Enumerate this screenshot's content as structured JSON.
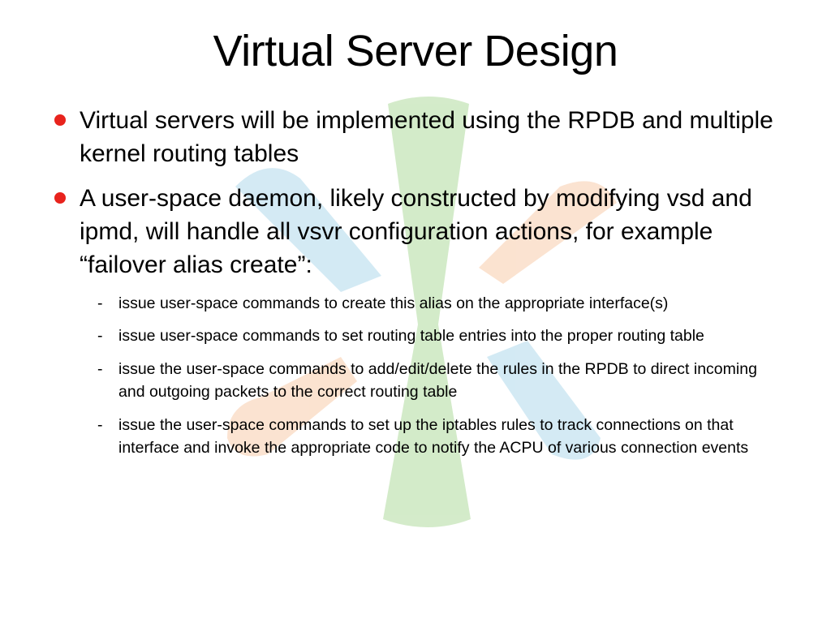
{
  "title": "Virtual Server Design",
  "bullets": [
    {
      "text": "Virtual servers will be implemented using the RPDB and multiple kernel routing tables"
    },
    {
      "text": "A user-space daemon, likely constructed by modifying vsd and ipmd, will handle all vsvr configuration actions, for example “failover alias create”:"
    }
  ],
  "sub_bullets": [
    {
      "text": "issue user-space commands to create this alias on the appropriate interface(s)"
    },
    {
      "text": "issue user-space commands to set routing table entries into the proper routing table"
    },
    {
      "text": "issue the user-space commands to add/edit/delete the rules in the RPDB to direct incoming and outgoing packets to the correct routing table"
    },
    {
      "text": "issue the user-space commands to set up the iptables rules to track connections on that interface and invoke the appropriate code to notify the ACPU of various connection events"
    }
  ],
  "colors": {
    "bullet": "#e8231d",
    "green": "#cfe9c4",
    "blue": "#cfe8f3",
    "orange": "#fbe0cc"
  }
}
